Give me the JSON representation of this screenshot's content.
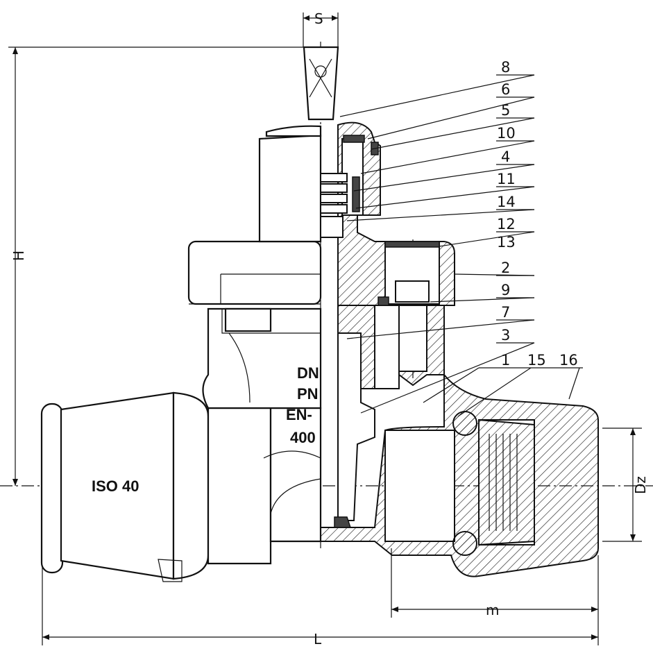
{
  "callouts": [
    "8",
    "6",
    "5",
    "10",
    "4",
    "11",
    "14",
    "12",
    "13",
    "2",
    "9",
    "7",
    "3",
    "1",
    "15",
    "16"
  ],
  "dimensions": {
    "s": "S",
    "h": "H",
    "dz": "Dz",
    "m": "m",
    "l": "L"
  },
  "body_markings": {
    "dn": "DN",
    "pn": "PN",
    "en": "EN-",
    "code": "400",
    "pipe": "ISO 40"
  }
}
